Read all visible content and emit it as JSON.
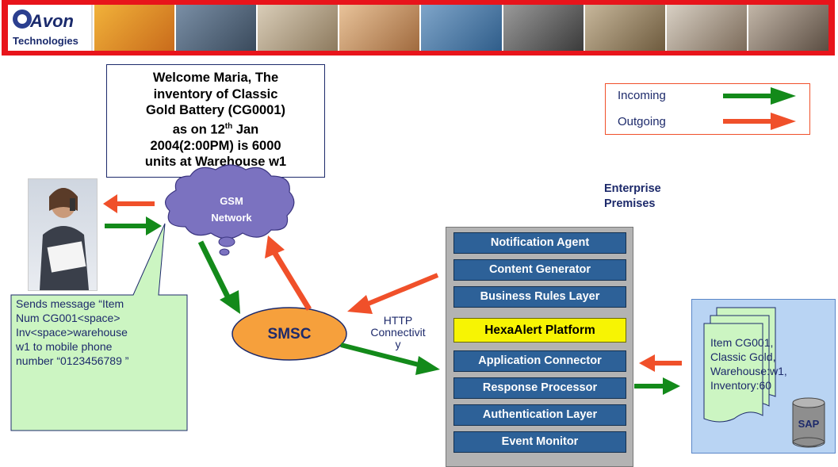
{
  "logo": {
    "name": "Avon",
    "tagline": "Technologies"
  },
  "welcome": {
    "line1": "Welcome Maria, The",
    "line2": "inventory of Classic",
    "line3": "Gold Battery (CG0001)",
    "line4a": "as on 12",
    "line4sup": "th",
    "line4b": " Jan",
    "line5": "2004(2:00PM) is 6000",
    "line6": "units at Warehouse w1"
  },
  "legend": {
    "incoming": "Incoming",
    "outgoing": "Outgoing",
    "incoming_color": "#138a1a",
    "outgoing_color": "#f0502a"
  },
  "gsm": {
    "line1": "GSM",
    "line2": "Network"
  },
  "smsc": "SMSC",
  "http": {
    "line1": "HTTP",
    "line2": "Connectivit",
    "line3": "y"
  },
  "enterprise": {
    "line1": "Enterprise",
    "line2": "Premises"
  },
  "stack": [
    "Notification Agent",
    "Content Generator",
    "Business Rules Layer",
    "HexaAlert Platform",
    "Application Connector",
    "Response Processor",
    "Authentication Layer",
    "Event Monitor"
  ],
  "callout": {
    "line1": "Sends message “Item",
    "line2": "Num CG001<space>",
    "line3": "Inv<space>warehouse",
    "line4": "w1 to mobile phone",
    "line5": "number “0123456789 ”"
  },
  "document": {
    "line1": "Item CG001,",
    "line2": "Classic Gold,",
    "line3": "Warehouse:w1,",
    "line4": "Inventory:60"
  },
  "sap": "SAP",
  "colors": {
    "banner": "#e8141b",
    "layer": "#2d6198",
    "hexa": "#f7f403",
    "cloud": "#7b72c0",
    "smsc": "#f6a03c",
    "callout": "#ccf5c2"
  }
}
